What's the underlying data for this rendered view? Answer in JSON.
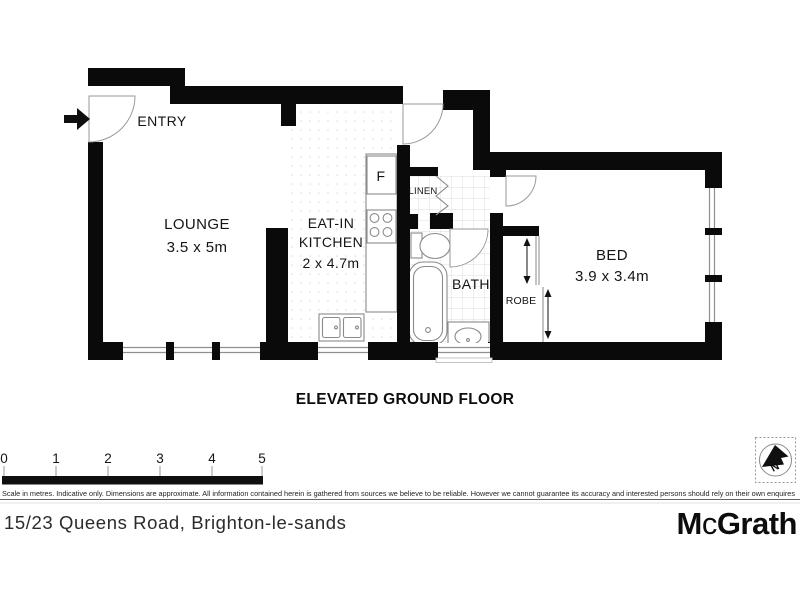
{
  "plan": {
    "title": "ELEVATED GROUND FLOOR",
    "rooms": {
      "entry": {
        "label": "ENTRY"
      },
      "lounge": {
        "label": "LOUNGE",
        "dims": "3.5 x 5m"
      },
      "kitchen": {
        "line1": "EAT-IN",
        "line2": "KITCHEN",
        "dims": "2 x 4.7m"
      },
      "fridge": {
        "label": "F"
      },
      "linen": {
        "label": "LINEN"
      },
      "bath": {
        "label": "BATH"
      },
      "robe": {
        "label": "ROBE"
      },
      "bed": {
        "label": "BED",
        "dims": "3.9 x 3.4m"
      }
    }
  },
  "scale_bar": {
    "labels": [
      "0",
      "1",
      "2",
      "3",
      "4",
      "5"
    ]
  },
  "disclaimer": "Scale in metres. Indicative only. Dimensions are approximate. All information contained herein is gathered from sources we believe to be reliable. However we cannot guarantee its accuracy and interested persons should rely on their own enquires",
  "footer": {
    "address": "15/23 Queens Road, Brighton-le-sands",
    "brand_m": "M",
    "brand_c": "c",
    "brand_rest": "Grath"
  },
  "compass": {
    "letter": "N"
  },
  "colors": {
    "wall": "#0a0a0a",
    "thin_line": "#8a8a8a",
    "tile": "#dddddd",
    "text": "#141414"
  }
}
